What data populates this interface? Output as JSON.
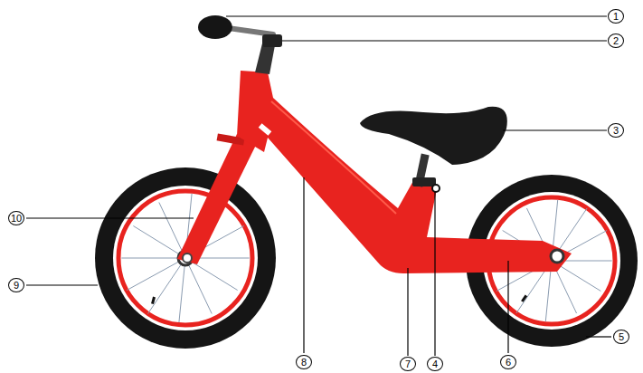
{
  "diagram": {
    "labels": [
      "1",
      "2",
      "3",
      "10",
      "9",
      "8",
      "7",
      "4",
      "6",
      "5"
    ]
  }
}
